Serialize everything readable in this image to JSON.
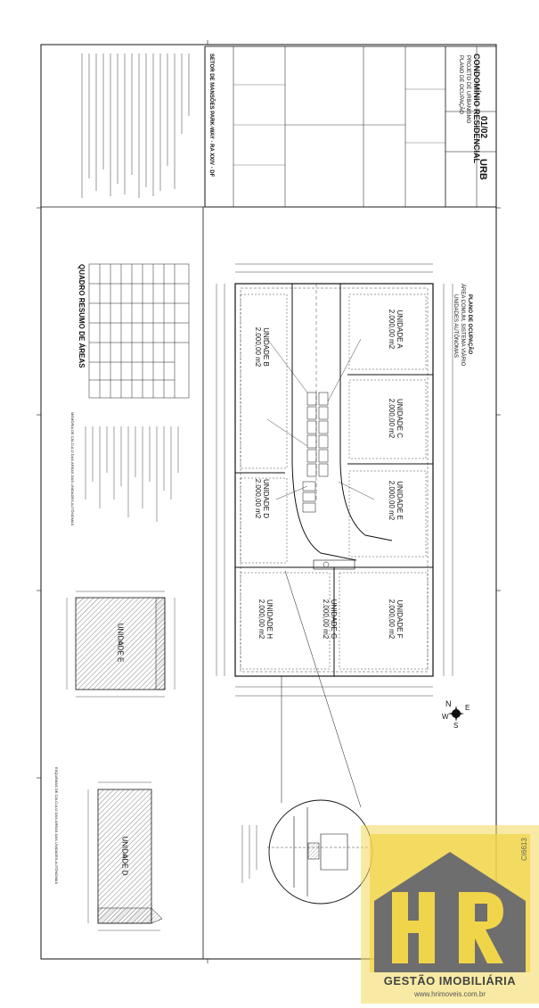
{
  "sheet": {
    "title_block": {
      "project_name": "CONDOMÍNIO RESIDENCIAL",
      "subtitle_lines": [
        "PROJETO DE URBANISMO",
        "PLANO DE OCUPAÇÃO"
      ],
      "discipline": "URB",
      "sheet_number": "01/02",
      "location": "SETOR DE MANSÕES PARK-WAY - RA XXIV - DF"
    },
    "plan_title_lines": [
      "PLANO DE OCUPAÇÃO",
      "ÁREA COMUM, SISTEMA VIÁRIO",
      "UNIDADES AUTÔNOMAS"
    ],
    "area_table_title": "QUADRO RESUMO DE ÁREAS",
    "calc_title_1": "MEMÓRIA DE CÁLCULO DAS ÁREAS DAS UNIDADES AUTÔNOMAS",
    "calc_title_2": "ESQUEMAS DE CÁLCULO DAS ÁREAS DAS UNIDADES AUTÔNOMAS",
    "units": [
      {
        "name": "UNIDADE A",
        "area": "2.000,00 m2"
      },
      {
        "name": "UNIDADE B",
        "area": "2.000,00 m2"
      },
      {
        "name": "UNIDADE C",
        "area": "2.000,00 m2"
      },
      {
        "name": "UNIDADE D",
        "area": "2.000,00 m2"
      },
      {
        "name": "UNIDADE E",
        "area": "2.000,00 m2"
      },
      {
        "name": "UNIDADE F",
        "area": "2.000,00 m2"
      },
      {
        "name": "UNIDADE G",
        "area": "2.000,00 m2"
      },
      {
        "name": "UNIDADE H",
        "area": "2.000,00 m2"
      }
    ],
    "schematic_units": [
      "UNIDADE E",
      "UNIDADE D"
    ]
  },
  "watermark": {
    "brand_letters": "HR",
    "brand_name": "GESTÃO IMOBILIÁRIA",
    "url": "www.hrimoveis.com.br",
    "ref_code": "CI6613"
  },
  "colors": {
    "line": "#1a1a1a",
    "logo_gray": "#6b6b6b",
    "logo_yellow": "#f0d54a"
  }
}
